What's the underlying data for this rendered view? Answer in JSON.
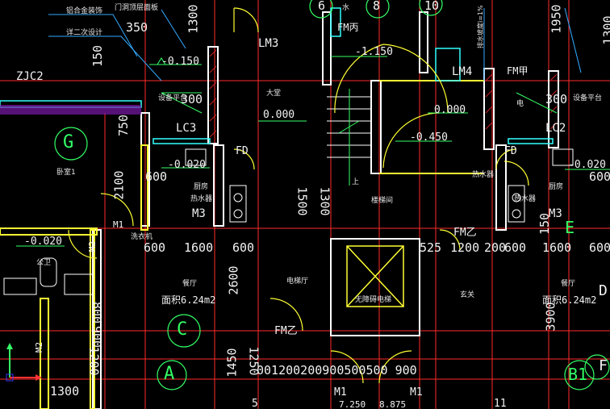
{
  "colors": {
    "background": "#000000",
    "wall": "#ff3333",
    "dim": "#ffffff",
    "axis": "#33ff66",
    "window": "#33ffff",
    "door": "#ffff33",
    "hatch": "#aa33ff"
  },
  "notes": {
    "aluminum": "铝合金装饰",
    "secondary": "详二次设计",
    "roof": "门洞顶层面板"
  },
  "labels": {
    "zjc2": "ZJC2",
    "lm3": "LM3",
    "fm_c": "FM丙",
    "lm4": "LM4",
    "fm_a": "FM甲",
    "lc3": "LC3",
    "lc2": "LC2",
    "fd_left": "FD",
    "fd_right": "FD",
    "m3_left": "M3",
    "m3_right": "M3",
    "m1_left": "M1",
    "m2": "M2",
    "fm_b_bottom": "FM乙",
    "fm_b_top": "FM乙",
    "m1_b1": "M1",
    "m1_b2": "M1",
    "m2_bottom": "M2",
    "lobby": "大堂",
    "stair": "楼梯间",
    "elevator_hall": "电梯厅",
    "elevator": "无障碍电梯",
    "kitchen_l": "厨房",
    "kitchen_r": "厨房",
    "water_l": "热水器",
    "water_r": "热水器",
    "wash": "洗衣机",
    "bedroom": "卧室1",
    "restaurant_l": "餐厅",
    "restaurant_r": "餐厅",
    "foyer": "玄关",
    "area_l": "面积6.24m2",
    "area_r": "面积6.24m2",
    "equip_l": "设备平台",
    "equip_r": "设备平台",
    "elec": "电",
    "up": "上",
    "water_sep": "热水器",
    "shaft": "水",
    "slope": "排水坡度i=1%",
    "kitchen_note": "公卫"
  },
  "elevations": {
    "e1": "-0.150",
    "e2": "-1.150",
    "e3": "0.000",
    "e4": "0.000",
    "e5": "-0.450",
    "e6": "-0.020",
    "e7": "-0.020",
    "e8": "-0.020"
  },
  "dims": {
    "d350": "350",
    "d150": "150",
    "d1300": "1300",
    "d300a": "300",
    "d750": "750",
    "d2100": "2100",
    "d600a": "600",
    "d600b": "600",
    "d1600a": "1600",
    "d600c": "600",
    "d2600": "2600",
    "d1500": "1500",
    "d1300b": "1300",
    "d525": "525",
    "d1200": "1200",
    "d200": "200",
    "d600d": "600",
    "d1600b": "1600",
    "d300b": "300",
    "d600e": "600",
    "d1950": "1950",
    "d1300c": "1300",
    "d800": "800",
    "d900": "900",
    "d1200b": "1200",
    "d1450": "1450",
    "d1250": "1250",
    "d3900": "3900",
    "bottom_chain": "001200200900500500 900",
    "d1300d": "1300",
    "d150b": "150",
    "d600f": "600"
  },
  "axes": {
    "g": "G",
    "c": "C",
    "a": "A",
    "b1": "B1",
    "n6": "6",
    "n8": "8",
    "n10": "10",
    "n5": "5",
    "n11": "11",
    "e": "E",
    "d": "D",
    "f": "F"
  },
  "bottom": {
    "t1": "7.250",
    "t2": "8.875"
  }
}
